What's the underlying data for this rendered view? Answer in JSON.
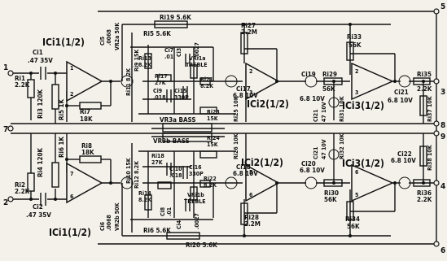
{
  "terminals": {
    "t1": "1",
    "t2": "2",
    "t3": "3",
    "t4": "4",
    "t5": "5",
    "t6": "6",
    "t7": "7",
    "t8": "8",
    "t9": "9"
  },
  "ics": {
    "ic1_top": "ICi1(1/2)",
    "ic1_bot": "ICi1(1/2)",
    "ic2_top": "ICi2(1/2)",
    "ic2_bot": "ICi2(1/2)",
    "ic3_top": "ICi3(1/2)",
    "ic3_bot": "ICi3(1/2)"
  },
  "parts": {
    "ci1": "Ci1",
    "ci1_val": ".47 35V",
    "ci2": "Ci2",
    "ci2_val": ".47 35V",
    "ri1": "Ri1",
    "ri1_val": "2.2K",
    "ri2": "Ri2",
    "ri2_val": "2.2K",
    "ri3": "Ri3 120K",
    "ri4": "Ri4 120K",
    "ri5": "Ri5 1K",
    "ri6": "Ri6 1K",
    "ri7": "Ri7",
    "ri7_val": "18K",
    "ri8": "Ri8",
    "ri8_val": "18K",
    "ri19": "Ri19 5.6K",
    "ri20": "Ri20 5.6K",
    "ri15": "Ri5 5.6K",
    "ri16": "Ri6 5.6K",
    "ci5": "Ci5",
    "ci5_val": ".0068",
    "ci6": "Ci6",
    "ci6_val": ".0068",
    "vr2a": "VR2a 50K",
    "vr2b": "VR2b 50K",
    "ci3": "Ci3",
    "ci3_val": ".0027",
    "ci4": "Ci4",
    "ci4_val": ".0027",
    "ri13": "Ri13",
    "ri13_val": "8.2K",
    "ri14": "Ri14",
    "ri14_val": "8.2K",
    "ci7": "Ci7",
    "ci7_val": ".01",
    "ci8": "Ci8",
    "ci8_val": ".01",
    "vr1a": "VRi1a",
    "vr1a_val": "TREBLE",
    "vr1b": "VRi1b",
    "vr1b_val": "TREBLE",
    "ri11": "Ri11 8.2K",
    "ri12": "Ri12 8.2K",
    "ri9": "Ri9 15K",
    "ri10": "Ri10 15K",
    "ri17": "Ri17",
    "ri17_val": "27K",
    "ri18": "Ri18",
    "ri18_val": "27K",
    "ci9": "Ci9",
    "ci9_val": ".018",
    "ci10": "Ci10",
    "ci10_val": ".018",
    "ci15": "Ci15",
    "ci15_val": "330P",
    "ci16": "Ci16",
    "ci16_val": "330P",
    "ri21": "Ri21",
    "ri21_val": "8.2K",
    "ri22": "Ri22",
    "ri22_val": "8.2K",
    "ri23": "Ri23",
    "ri23_val": "15K",
    "ri24": "Ri24",
    "ri24_val": "15K",
    "vr3a": "VR3a BASS",
    "vr3b": "VR3b BASS",
    "ri27": "Ri27",
    "ri27_val": "2.2M",
    "ri28": "Ri28",
    "ri28_val": "2.2M",
    "ci17": "Ci17",
    "ci17_val": "6.8 10V",
    "ci18": "Ci18",
    "ci18_val": "6.8 10V",
    "ri25": "Ri25 10K",
    "ri26": "Ri26 10K",
    "ci19": "Ci19",
    "ci19_val": "6.8 10V",
    "ci20": "Ci20",
    "ci20_val": "6.8 10V",
    "ci21a": "Ci21",
    "ci21a_val": "47 10V",
    "ci21b": "Ci21",
    "ci21b_val": "47 10V",
    "ri29": "Ri29",
    "ri29_val": "56K",
    "ri30": "Ri30",
    "ri30_val": "56K",
    "ri31": "Ri31 10K",
    "ri32": "Ri32 10K",
    "ri33": "Ri33",
    "ri33_val": "56K",
    "ri34": "Ri34",
    "ri34_val": "56K",
    "ci21": "Ci21",
    "ci21_val": "6.8 10V",
    "ci22": "Ci22",
    "ci22_val": "6.8 10V",
    "ri35": "Ri35",
    "ri35_val": "2.2K",
    "ri36": "Ri36",
    "ri36_val": "2.2K",
    "ri37": "Ri37 10K",
    "ri38": "Ri38 10K"
  },
  "pins": {
    "p1": "1",
    "p2": "2",
    "p3": "3",
    "p5": "5",
    "p6": "6",
    "p7": "7"
  }
}
